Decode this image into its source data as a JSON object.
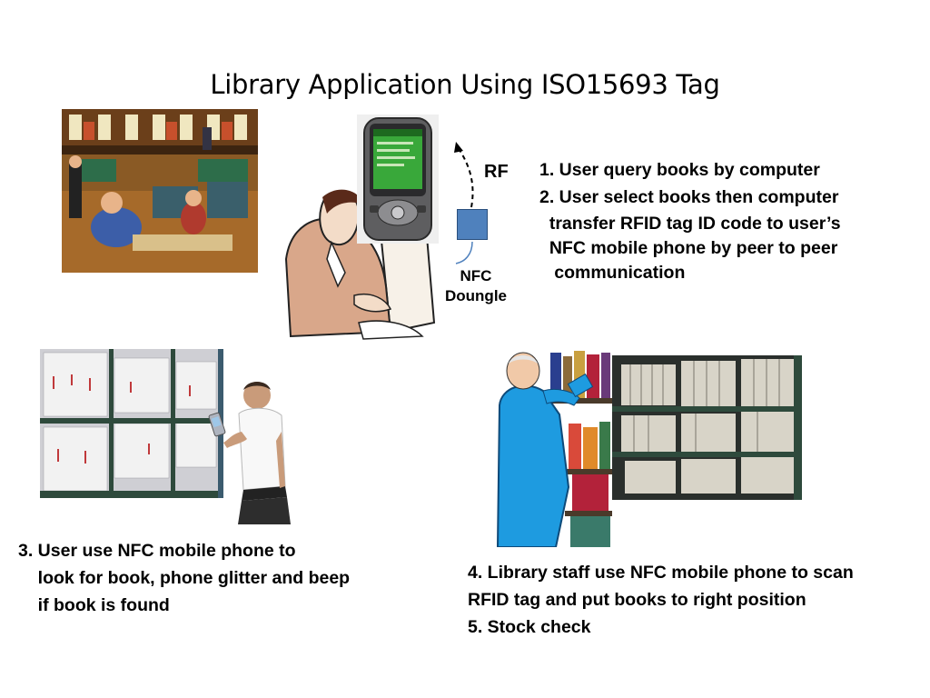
{
  "slide": {
    "title": "Library Application Using ISO15693 Tag",
    "labels": {
      "rf": "RF",
      "nfc_dongle_line1": "NFC",
      "nfc_dongle_line2": "Doungle"
    },
    "steps_top_right": [
      "1. User query books by computer",
      "2. User select books then computer",
      "  transfer RFID tag ID code to user’s",
      "  NFC mobile phone by peer to peer",
      "   communication"
    ],
    "steps_bottom_left": [
      "3. User use NFC mobile phone to",
      "    look for book, phone glitter and beep",
      "    if book is found"
    ],
    "steps_bottom_right": [
      "4. Library staff use NFC mobile phone to scan",
      "RFID tag and put books to right position",
      "5. Stock check"
    ],
    "colors": {
      "dongle": "#4f81bd",
      "phone_screen": "#39a83a",
      "shelf_dark": "#2e4a3c",
      "staff_coat": "#1e9be0"
    },
    "images": [
      "library-reading-room-illustration",
      "businessman-at-computer-clipart",
      "pda-phone-photo",
      "archive-shelves-photo",
      "man-with-phone-figure",
      "librarian-clipart",
      "file-shelves-photo"
    ]
  }
}
